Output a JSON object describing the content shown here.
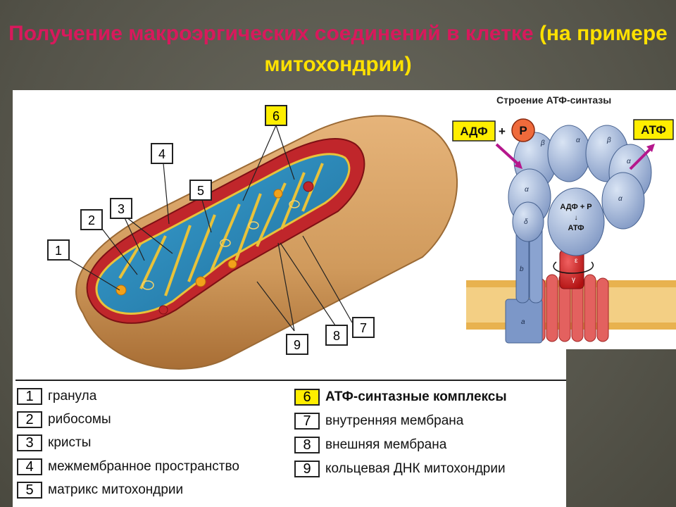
{
  "title": {
    "part1": "Получение макроэргических соединений в клетке",
    "part2": "(на примере митохондрии)"
  },
  "diagram_labels": [
    "1",
    "2",
    "3",
    "4",
    "5",
    "6",
    "7",
    "8",
    "9"
  ],
  "atp_synthase": {
    "title": "Строение АТФ-синтазы",
    "adp": "АДФ",
    "plus": "+",
    "p": "Р",
    "atp": "АТФ",
    "center_line1": "АДФ + Р",
    "center_line2": "АТФ",
    "subunits": {
      "alpha": "α",
      "beta": "β",
      "gamma": "γ",
      "delta": "δ",
      "epsilon": "ε",
      "a": "a",
      "b": "b"
    }
  },
  "legend": {
    "left": [
      {
        "num": "1",
        "text": "гранула"
      },
      {
        "num": "2",
        "text": "рибосомы"
      },
      {
        "num": "3",
        "text": "кристы"
      },
      {
        "num": "4",
        "text": "межмембранное пространство"
      },
      {
        "num": "5",
        "text": "матрикс митохондрии"
      }
    ],
    "right": [
      {
        "num": "6",
        "text": "АТФ-синтазные комплексы"
      },
      {
        "num": "7",
        "text": "внутренняя мембрана"
      },
      {
        "num": "8",
        "text": "внешняя мембрана"
      },
      {
        "num": "9",
        "text": "кольцевая ДНК  митохондрии"
      }
    ]
  },
  "colors": {
    "outer_membrane": "#d7a46a",
    "intermembrane": "#c0262b",
    "inner_membrane": "#e8c23a",
    "matrix": "#2f8ec0",
    "highlight": "#ffee00",
    "title_pink": "#d8195c",
    "title_yellow": "#ffe100"
  }
}
